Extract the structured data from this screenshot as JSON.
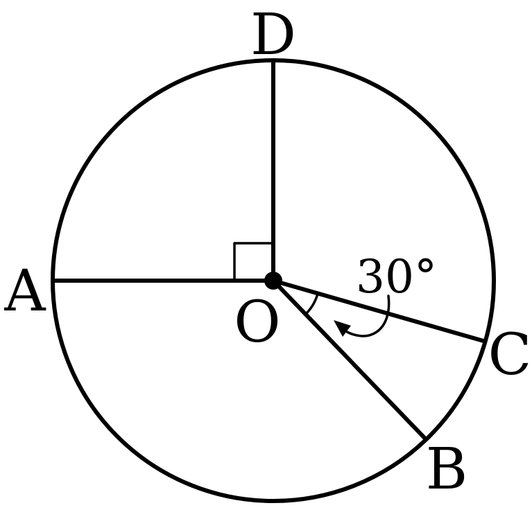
{
  "points": {
    "A": "A",
    "B": "B",
    "C": "C",
    "D": "D",
    "O": "O"
  },
  "angle_text": "30°",
  "colors": {
    "stroke": "#000000",
    "background": "#ffffff"
  }
}
